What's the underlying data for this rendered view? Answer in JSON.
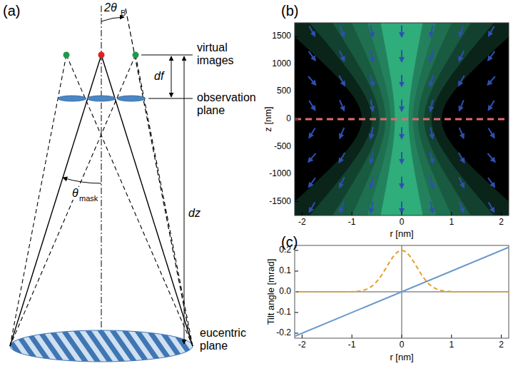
{
  "diagram": {
    "labels": [
      "(a)",
      "2θ",
      "B",
      "virtual images",
      "df",
      "observation plane",
      "θ",
      "mask",
      "dz",
      "eucentric plane",
      "(b)",
      "1500",
      "1000",
      "500",
      "0",
      "-500",
      "-1000",
      "-1500",
      "z [nm]",
      "-2",
      "-1",
      "0",
      "1",
      "2",
      "r [nm]",
      "(c)",
      "0.2",
      "0.1",
      "0.0",
      "-0.1",
      "-0.2",
      "Tilt angle [mrad]",
      "-2",
      "-1",
      "0",
      "1",
      "2",
      "r [nm]"
    ]
  }
}
